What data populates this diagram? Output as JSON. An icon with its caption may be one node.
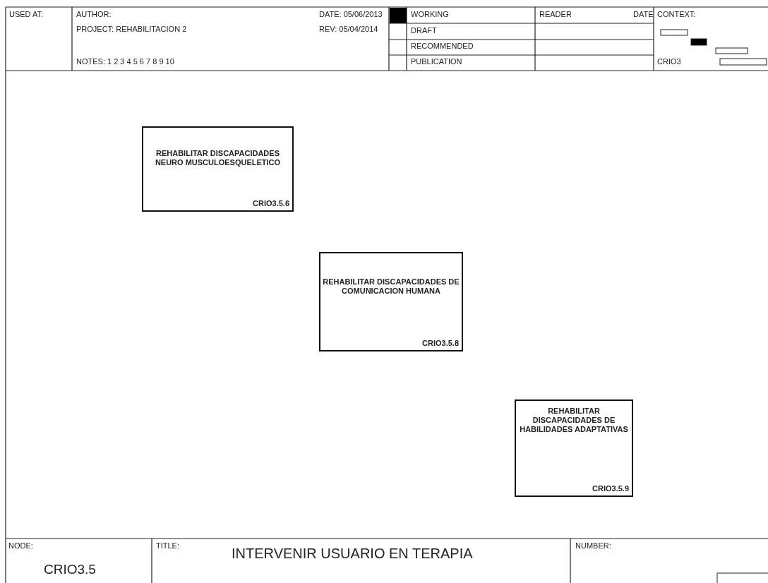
{
  "diagram": {
    "title": "INTERVENIR USUARIO EN TERAPIA",
    "nodes": [
      {
        "text": [
          "REHABILITAR DISCAPACIDADES NEURO MUSCULOESQUELETICO",
          "CRIO3.5.6"
        ]
      },
      {
        "text": [
          "REHABILITAR DISCAPACIDADES DE COMUNICACION HUMANA",
          "CRIO3.5.8"
        ]
      },
      {
        "text": [
          "REHABILITAR DISCAPACIDADES DE HABILIDADES ADAPTATIVAS",
          "CRIO3.5.9"
        ]
      }
    ],
    "edges": [],
    "labels": [
      "USED AT:",
      "AUTHOR:",
      "DATE: 05/06/2013",
      "WORKING",
      "READER",
      "DATE",
      "CONTEXT:",
      "PROJECT: REHABILITACION 2",
      "REV: 05/04/2014",
      "DRAFT",
      "RECOMMENDED",
      "NOTES: 1 2 3 4 5 6 7 8 9 10",
      "PUBLICATION",
      "CRIO3",
      "NODE:",
      "TITLE:",
      "NUMBER:",
      "CRIO3.5"
    ]
  }
}
